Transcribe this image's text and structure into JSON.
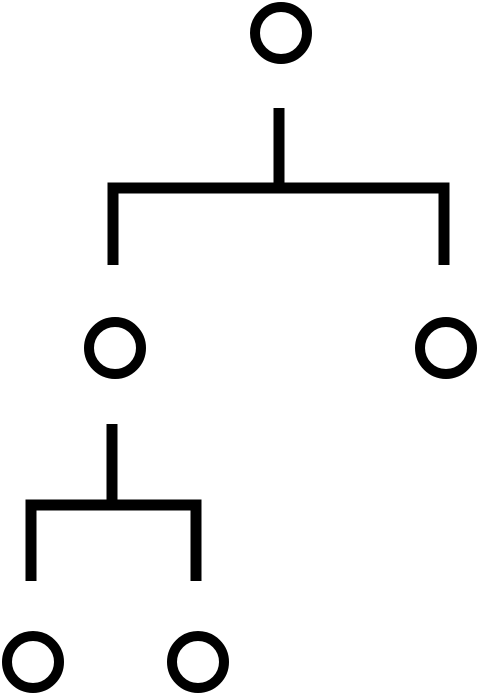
{
  "diagram": {
    "type": "tree",
    "stroke_color": "#000000",
    "background_color": "#ffffff",
    "nodes": [
      {
        "id": "root",
        "label": "",
        "parent": null
      },
      {
        "id": "left-child",
        "label": "",
        "parent": "root"
      },
      {
        "id": "right-child",
        "label": "",
        "parent": "root"
      },
      {
        "id": "left-left-grandchild",
        "label": "",
        "parent": "left-child"
      },
      {
        "id": "left-right-grandchild",
        "label": "",
        "parent": "left-child"
      }
    ]
  }
}
